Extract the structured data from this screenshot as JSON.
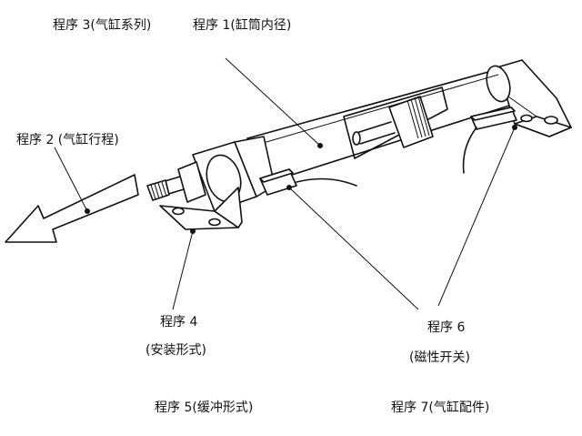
{
  "labels": {
    "p3": "程序 3(气缸系列)",
    "p1": "程序 1(缸筒内径)",
    "p2": "程序 2 (气缸行程)",
    "p4": "程序 4",
    "p4_sub": "(安装形式)",
    "p6": "程序 6",
    "p6_sub": "(磁性开关)",
    "p5": "程序 5(缓冲形式)",
    "p7": "程序 7(气缸配件)"
  }
}
